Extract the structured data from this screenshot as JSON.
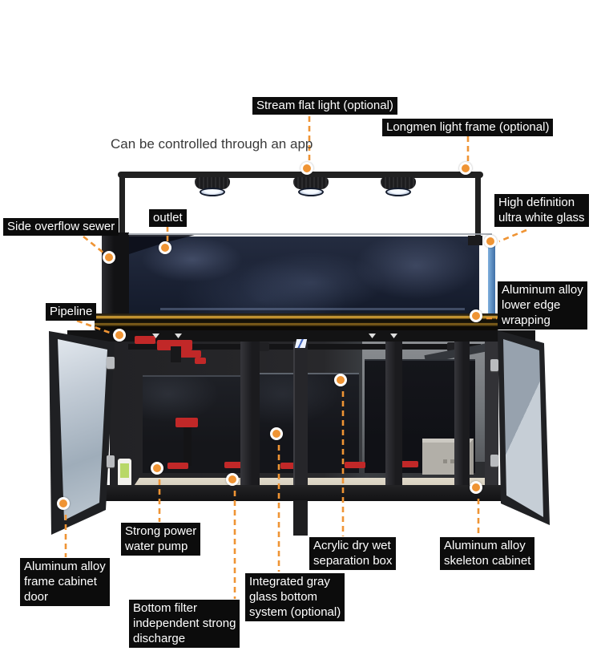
{
  "colors": {
    "accent_orange": "#ef9434",
    "label_background": "#0c0c0c",
    "label_text": "#ffffff",
    "gold_trim": "#c89a35",
    "glass_blue": "#4f7fb5",
    "note_text": "#3a3a3a"
  },
  "app_note": "Can be controlled through an app",
  "labels": [
    {
      "id": "stream-flat-light",
      "text": "Stream flat light (optional)"
    },
    {
      "id": "longmen-light-frame",
      "text": "Longmen light frame (optional)"
    },
    {
      "id": "side-overflow-sewer",
      "text": "Side overflow sewer"
    },
    {
      "id": "outlet",
      "text": "outlet"
    },
    {
      "id": "high-definition-ultra-white-glass",
      "text": "High definition\nultra white glass"
    },
    {
      "id": "aluminum-alloy-lower-edge-wrapping",
      "text": "Aluminum alloy\nlower edge\nwrapping"
    },
    {
      "id": "pipeline",
      "text": "Pipeline"
    },
    {
      "id": "strong-power-water-pump",
      "text": "Strong power\nwater pump"
    },
    {
      "id": "aluminum-alloy-frame-cabinet-door",
      "text": "Aluminum alloy\nframe cabinet\ndoor"
    },
    {
      "id": "bottom-filter-independent-strong-discharge",
      "text": "Bottom filter\nindependent strong\ndischarge"
    },
    {
      "id": "integrated-gray-glass-bottom-system",
      "text": "Integrated gray\nglass bottom\nsystem (optional)"
    },
    {
      "id": "acrylic-dry-wet-separation-box",
      "text": "Acrylic dry wet\nseparation box"
    },
    {
      "id": "aluminum-alloy-skeleton-cabinet",
      "text": "Aluminum alloy\nskeleton cabinet"
    }
  ]
}
